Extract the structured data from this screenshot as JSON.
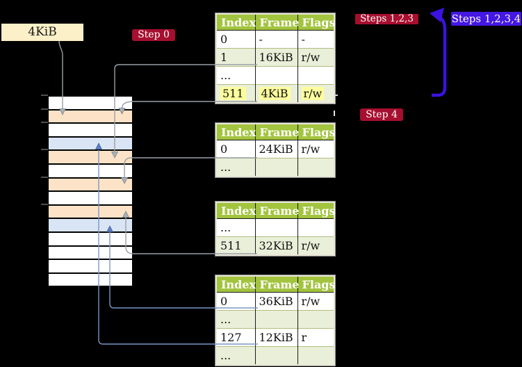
{
  "frame_label": {
    "text": "4KiB"
  },
  "badges": {
    "step0": {
      "label": "Step 0",
      "color": "#a60f2f"
    },
    "steps123": {
      "label": "Steps 1,2,3",
      "color": "#a60f2f"
    },
    "steps1234": {
      "label": "Steps 1,2,3,4",
      "color": "#4517e3"
    },
    "step4": {
      "label": "Step 4",
      "color": "#a60f2f"
    }
  },
  "page_tables": [
    {
      "name": "page-table-top",
      "headers": [
        "Index",
        "Frame",
        "Flags"
      ],
      "rows": [
        {
          "cells": [
            "0",
            "-",
            "-"
          ],
          "shaded": false,
          "highlighted": false
        },
        {
          "cells": [
            "1",
            "16KiB",
            "r/w"
          ],
          "shaded": true,
          "highlighted": false
        },
        {
          "cells": [
            "...",
            "",
            ""
          ],
          "shaded": false,
          "highlighted": false
        },
        {
          "cells": [
            "511",
            "4KiB",
            "r/w"
          ],
          "shaded": true,
          "highlighted": true
        }
      ]
    },
    {
      "name": "page-table-second",
      "headers": [
        "Index",
        "Frame",
        "Flags"
      ],
      "rows": [
        {
          "cells": [
            "0",
            "24KiB",
            "r/w"
          ],
          "shaded": false,
          "highlighted": false
        },
        {
          "cells": [
            "...",
            "",
            ""
          ],
          "shaded": true,
          "highlighted": false
        }
      ]
    },
    {
      "name": "page-table-third",
      "headers": [
        "Index",
        "Frame",
        "Flags"
      ],
      "rows": [
        {
          "cells": [
            "...",
            "",
            ""
          ],
          "shaded": false,
          "highlighted": false
        },
        {
          "cells": [
            "511",
            "32KiB",
            "r/w"
          ],
          "shaded": true,
          "highlighted": false
        }
      ]
    },
    {
      "name": "page-table-bottom",
      "headers": [
        "Index",
        "Frame",
        "Flags"
      ],
      "rows": [
        {
          "cells": [
            "0",
            "36KiB",
            "r/w"
          ],
          "shaded": false,
          "highlighted": false
        },
        {
          "cells": [
            "...",
            "",
            ""
          ],
          "shaded": true,
          "highlighted": false
        },
        {
          "cells": [
            "127",
            "12KiB",
            "r"
          ],
          "shaded": false,
          "highlighted": false
        },
        {
          "cells": [
            "...",
            "",
            ""
          ],
          "shaded": true,
          "highlighted": false
        }
      ]
    }
  ],
  "physical_memory": {
    "row_fills": [
      "white",
      "peach",
      "white",
      "blue",
      "peach",
      "white",
      "peach",
      "white",
      "peach",
      "blue",
      "white",
      "white",
      "white",
      "white"
    ],
    "tick_ys": [
      136,
      155.6,
      175.2,
      214.4,
      253.6,
      292.8
    ],
    "colors": {
      "peach": "#fce3c7",
      "blue": "#d9e5f4",
      "white": "#ffffff"
    }
  },
  "arrow_colors": {
    "gray_line": "#9aa0a6",
    "thin_blue_line": "#7b96c8",
    "thick_blue": "#3b13e0",
    "highlight_yellow": "#fdfd9d",
    "table_header_green": "#a2c43e"
  }
}
